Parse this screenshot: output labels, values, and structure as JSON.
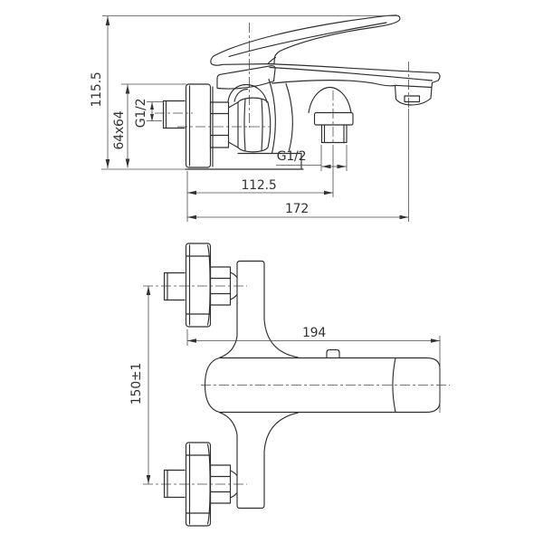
{
  "drawing": {
    "type": "technical-dimension-drawing",
    "subject": "wall-mounted bath mixer faucet",
    "background_color": "#ffffff",
    "line_color": "#2e2e2e",
    "dimension_color": "#4b4b4b",
    "side_view": {
      "dim_height": "115.5",
      "dim_flange_size": "64x64",
      "dim_inlet_thread": "G1/2",
      "dim_outlet_thread": "G1/2",
      "dim_outlet_offset": "112.5",
      "dim_spout_reach": "172"
    },
    "front_view": {
      "dim_overall_length": "194",
      "dim_connection_spacing": "150±1"
    }
  }
}
